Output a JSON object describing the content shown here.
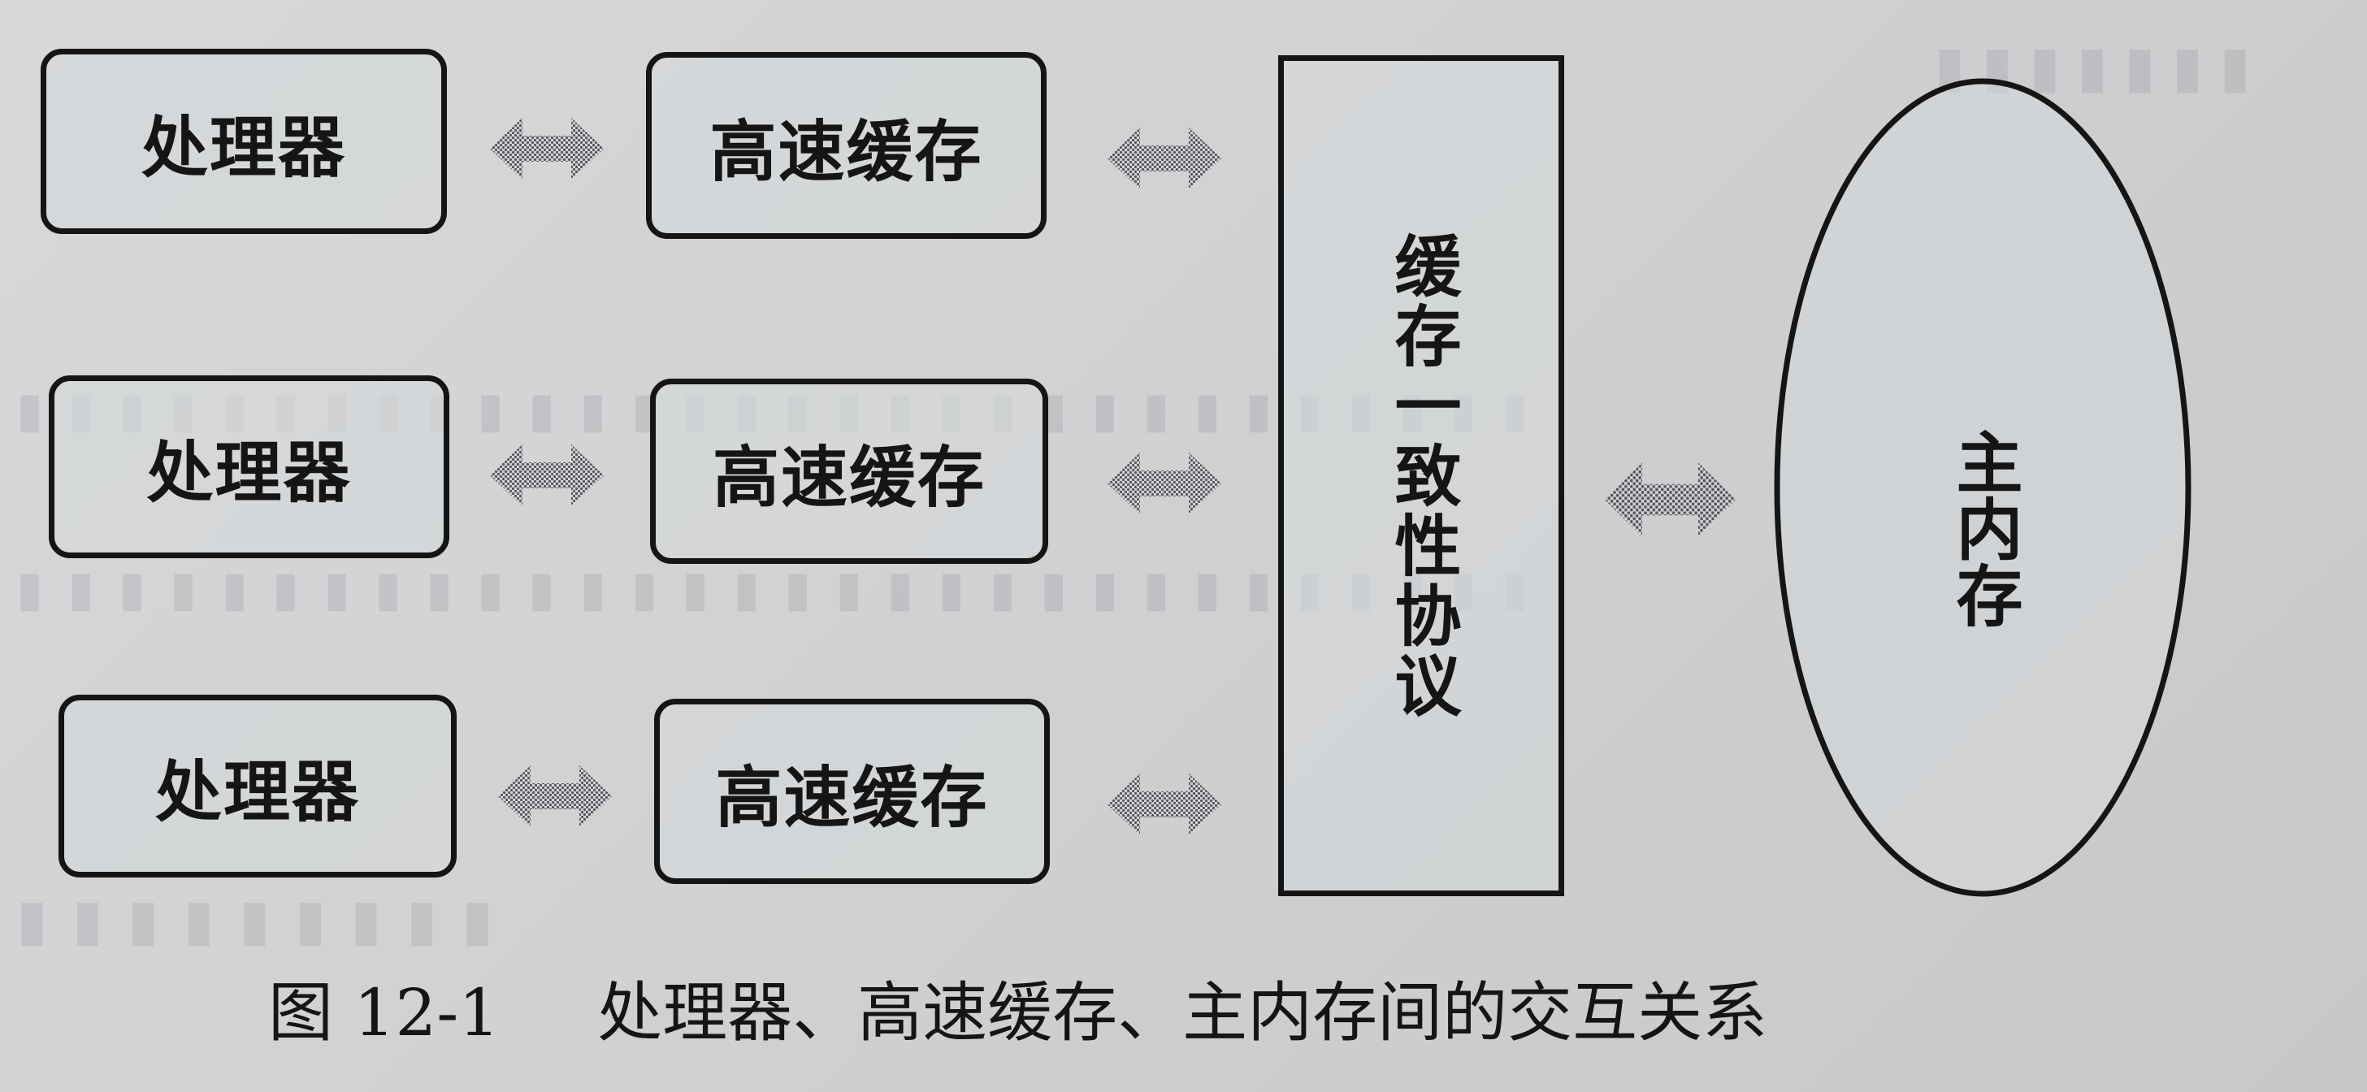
{
  "diagram": {
    "processors": [
      "处理器",
      "处理器",
      "处理器"
    ],
    "caches": [
      "高速缓存",
      "高速缓存",
      "高速缓存"
    ],
    "protocol_label": "缓存一致性协议",
    "memory_label": "主内存",
    "connections": [
      {
        "from": "处理器",
        "to": "高速缓存",
        "direction": "bidirectional"
      },
      {
        "from": "高速缓存",
        "to": "缓存一致性协议",
        "direction": "bidirectional"
      },
      {
        "from": "缓存一致性协议",
        "to": "主内存",
        "direction": "bidirectional"
      }
    ]
  },
  "caption": {
    "figure_number": "图 12-1",
    "text": "处理器、高速缓存、主内存间的交互关系"
  },
  "colors": {
    "paper": "#d0d2d4",
    "ink": "#151515",
    "arrow": "#6e6e72"
  }
}
